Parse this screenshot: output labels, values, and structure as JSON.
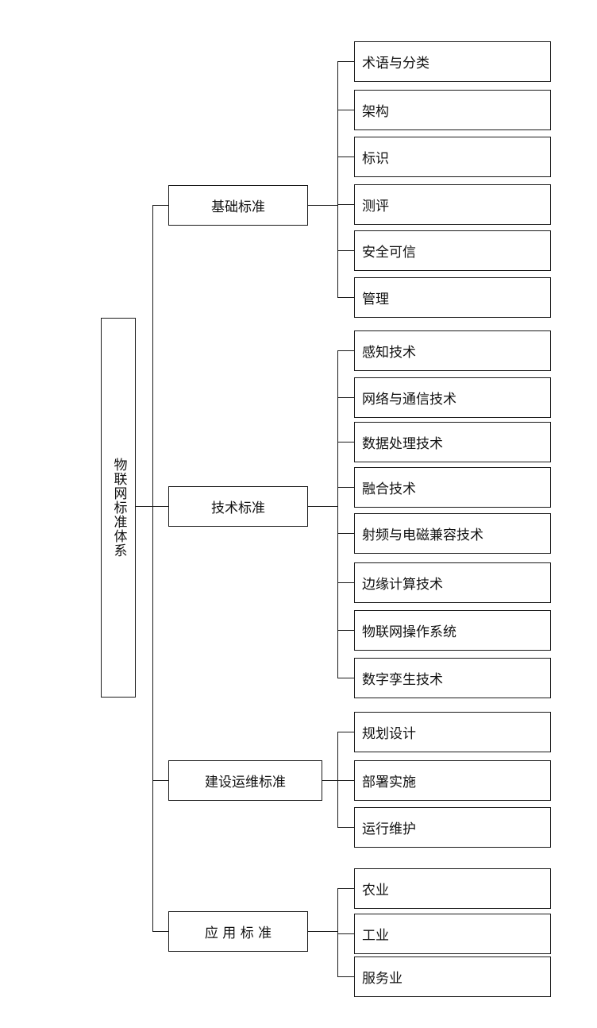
{
  "diagram": {
    "root": "物联网标准体系",
    "categories": [
      {
        "label": "基础标准",
        "children": [
          "术语与分类",
          "架构",
          "标识",
          "测评",
          "安全可信",
          "管理"
        ]
      },
      {
        "label": "技术标准",
        "children": [
          "感知技术",
          "网络与通信技术",
          "数据处理技术",
          "融合技术",
          "射频与电磁兼容技术",
          "边缘计算技术",
          "物联网操作系统",
          "数字孪生技术"
        ]
      },
      {
        "label": "建设运维标准",
        "children": [
          "规划设计",
          "部署实施",
          "运行维护"
        ]
      },
      {
        "label": "应 用 标 准",
        "children": [
          "农业",
          "工业",
          "服务业"
        ]
      }
    ]
  }
}
